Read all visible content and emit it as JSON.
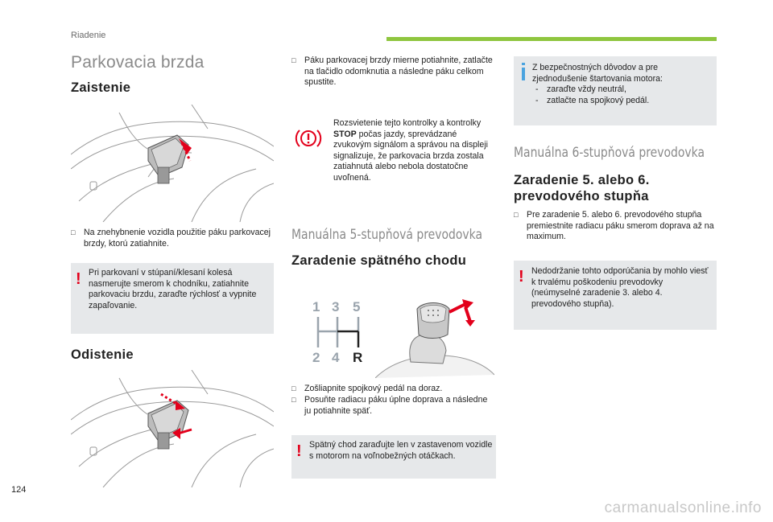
{
  "header": {
    "section": "Riadenie"
  },
  "page_number": "124",
  "watermark": "carmanualsonline.info",
  "col1": {
    "title": "Parkovacia brzda",
    "engage_heading": "Zaistenie",
    "engage_step": "Na znehybnenie vozidla použitie páku parkovacej brzdy, ktorú zatiahnite.",
    "warning": "Pri parkovaní v stúpaní/klesaní kolesá nasmerujte smerom k chodníku, zatiahnite parkovaciu brzdu, zaraďte rýchlosť a vypnite zapaľovanie.",
    "release_heading": "Odistenie"
  },
  "col2": {
    "release_step": "Páku parkovacej brzdy mierne potiahnite, zatlačte na tlačidlo odomknutia a následne páku celkom spustite.",
    "alert_pre": "Rozsvietenie tejto kontrolky a kontrolky ",
    "alert_bold": "STOP",
    "alert_post": " počas jazdy, sprevádzané zvukovým signálom a správou na displeji signalizuje, že parkovacia brzda zostala zatiahnutá alebo nebola dostatočne uvoľnená.",
    "gearbox5_title": "Manuálna 5-stupňová prevodovka",
    "reverse_heading": "Zaradenie spätného chodu",
    "gear_labels": {
      "g1": "1",
      "g3": "3",
      "g5": "5",
      "g2": "2",
      "g4": "4",
      "gr": "R"
    },
    "reverse_step1": "Zošliapnite spojkový pedál na doraz.",
    "reverse_step2": "Posuňte radiacu páku úplne doprava a následne ju potiahnite späť.",
    "reverse_warning": "Spätný chod zaraďujte len v zastavenom vozidle s motorom na voľnobežných otáčkach."
  },
  "col3": {
    "info_intro": "Z bezpečnostných dôvodov a pre zjednodušenie štartovania motora:",
    "info_items": [
      "zaraďte vždy neutrál,",
      "zatlačte na spojkový pedál."
    ],
    "gearbox6_title": "Manuálna 6-stupňová prevodovka",
    "gear56_heading": "Zaradenie 5. alebo 6. prevodového stupňa",
    "gear56_step": "Pre zaradenie 5. alebo 6. prevodového stupňa premiestnite radiacu páku smerom doprava až na maximum.",
    "gear56_warning": "Nedodržanie tohto odporúčania by mohlo viesť k trvalému poškodeniu prevodovky (neúmyselné zaradenie 3. alebo 4. prevodového stupňa)."
  },
  "colors": {
    "accent_green": "#8fc63f",
    "warning_red": "#e3001b",
    "info_blue": "#4aa3df",
    "box_gray": "#e6e8ea"
  },
  "icons": {
    "bullet": "square-bullet-icon",
    "warning": "exclamation-icon",
    "info": "info-icon",
    "parking_alert": "parking-brake-alert-icon"
  }
}
